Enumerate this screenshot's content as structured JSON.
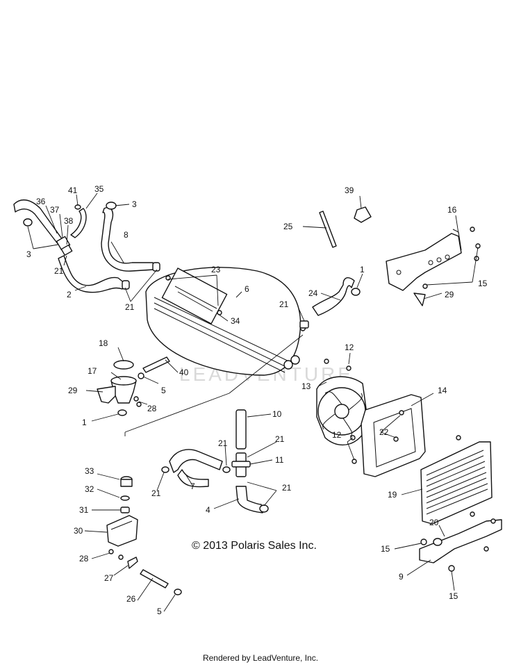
{
  "callouts": {
    "c1a": "1",
    "c1b": "1",
    "c2": "2",
    "c3a": "3",
    "c3b": "3",
    "c4": "4",
    "c5a": "5",
    "c5b": "5",
    "c6": "6",
    "c7": "7",
    "c8": "8",
    "c9": "9",
    "c10": "10",
    "c11": "11",
    "c12a": "12",
    "c12b": "12",
    "c13": "13",
    "c14": "14",
    "c15a": "15",
    "c15b": "15",
    "c15c": "15",
    "c16": "16",
    "c17": "17",
    "c18": "18",
    "c19": "19",
    "c20": "20",
    "c21a": "21",
    "c21b": "21",
    "c21c": "21",
    "c21d": "21",
    "c21e": "21",
    "c21f": "21",
    "c21g": "21",
    "c22": "22",
    "c23": "23",
    "c24": "24",
    "c25": "25",
    "c26": "26",
    "c27": "27",
    "c28a": "28",
    "c28b": "28",
    "c29a": "29",
    "c29b": "29",
    "c30": "30",
    "c31": "31",
    "c32": "32",
    "c33": "33",
    "c34": "34",
    "c35": "35",
    "c36": "36",
    "c37": "37",
    "c38": "38",
    "c39": "39",
    "c40": "40",
    "c41": "41"
  },
  "copyright": "© 2013 Polaris Sales Inc.",
  "footer": "Rendered by LeadVenture, Inc.",
  "watermark": "LEADVENTURE",
  "colors": {
    "line": "#111111",
    "background": "#ffffff",
    "watermark": "#d9d9d9"
  }
}
